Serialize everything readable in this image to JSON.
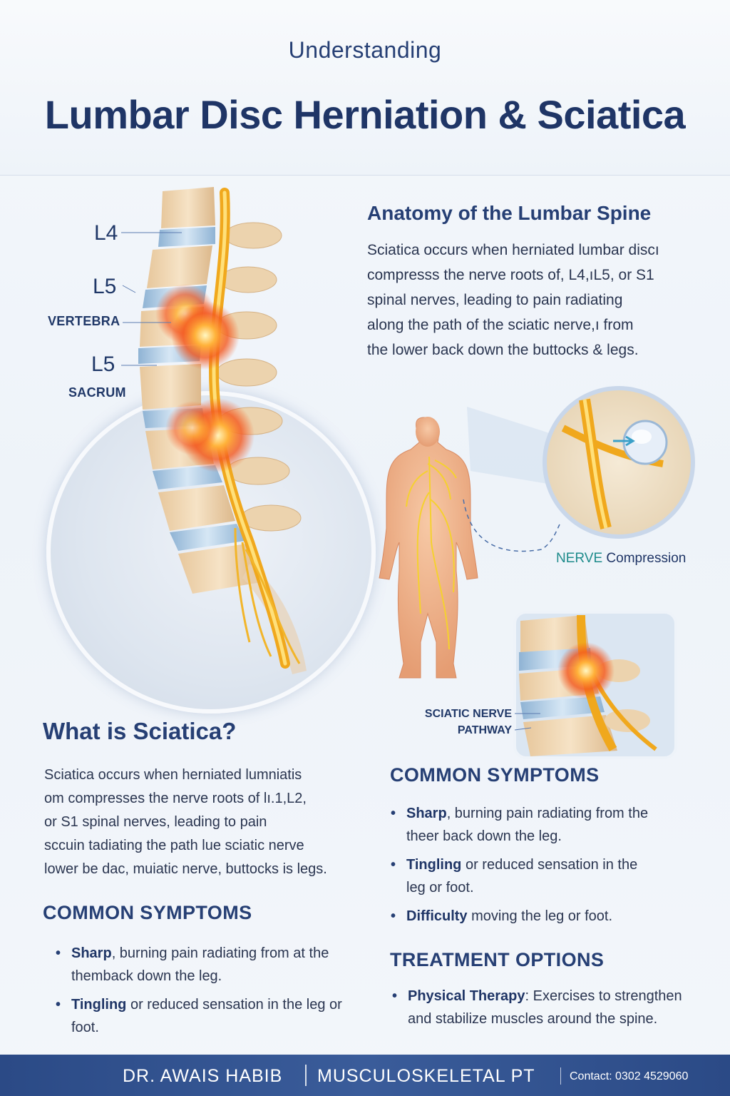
{
  "header": {
    "kicker": "Understanding",
    "title": "Lumbar Disc Herniation & Sciatica"
  },
  "spine_labels": {
    "l4": "L4",
    "l5_top": "L5",
    "vertebra": "VERTEBRA",
    "l5_bottom": "L5",
    "sacrum": "SACRUM"
  },
  "anatomy": {
    "heading": "Anatomy of the Lumbar Spine",
    "lines": [
      "Sciatica occurs when herniated lumbar discı",
      "compresss the nerve roots of, L4,ıL5,  or S1",
      "spinal nerves, leading to pain radiating",
      "along the path of the sciatic nerve,ı from",
      "the lower back down the buttocks & legs."
    ]
  },
  "callouts": {
    "nerve_compression_a": "NERVE",
    "nerve_compression_b": "Compression",
    "sciatic_pathway_1": "SCIATIC NERVE",
    "sciatic_pathway_2": "PATHWAY"
  },
  "what_is": {
    "heading": "What is Sciatica?",
    "lines": [
      "Sciatica occurs when herniated lumniatis",
      "om compresses the nerve roots of lı.1,L2,",
      "or S1 spinal nerves, leading to pain",
      "sccuin tadiating the path lue sciatic nerve",
      "lower be dac, muiatic nerve, buttocks is legs."
    ]
  },
  "symptoms_left": {
    "heading": "COMMON SYMPTOMS",
    "items": [
      {
        "bold": "Sharp",
        "rest": ", burning pain radiating from at the",
        "cont": "themback down the leg."
      },
      {
        "bold": "Tingling",
        "rest": " or reduced sensation in the leg or",
        "cont": "foot."
      }
    ]
  },
  "symptoms_right": {
    "heading": "COMMON SYMPTOMS",
    "items": [
      {
        "bold": "Sharp",
        "rest": ", burning pain radiating from the",
        "cont": "theer back down the leg."
      },
      {
        "bold": "Tingling",
        "rest": " or reduced sensation in the",
        "cont": "leg or foot."
      },
      {
        "bold": "Difficulty",
        "rest": " moving the leg or foot.",
        "cont": ""
      }
    ]
  },
  "treatment": {
    "heading": "TREATMENT OPTIONS",
    "items": [
      {
        "bold": "Physical Therapy",
        "rest": ": Exercises to strengthen",
        "cont": "and stabilize muscles around the spine."
      }
    ]
  },
  "footer": {
    "name": "DR. AWAIS HABIB",
    "role": "MUSCULOSKELETAL PT",
    "contact": "Contact: 0302 4529060"
  },
  "colors": {
    "navy": "#1f3566",
    "footer_blue": "#2b4a86",
    "nerve_yellow": "#f2b52a",
    "pain_red": "#f04a1e",
    "disc_blue": "#a9c8e2",
    "bone": "#efd6b2"
  }
}
